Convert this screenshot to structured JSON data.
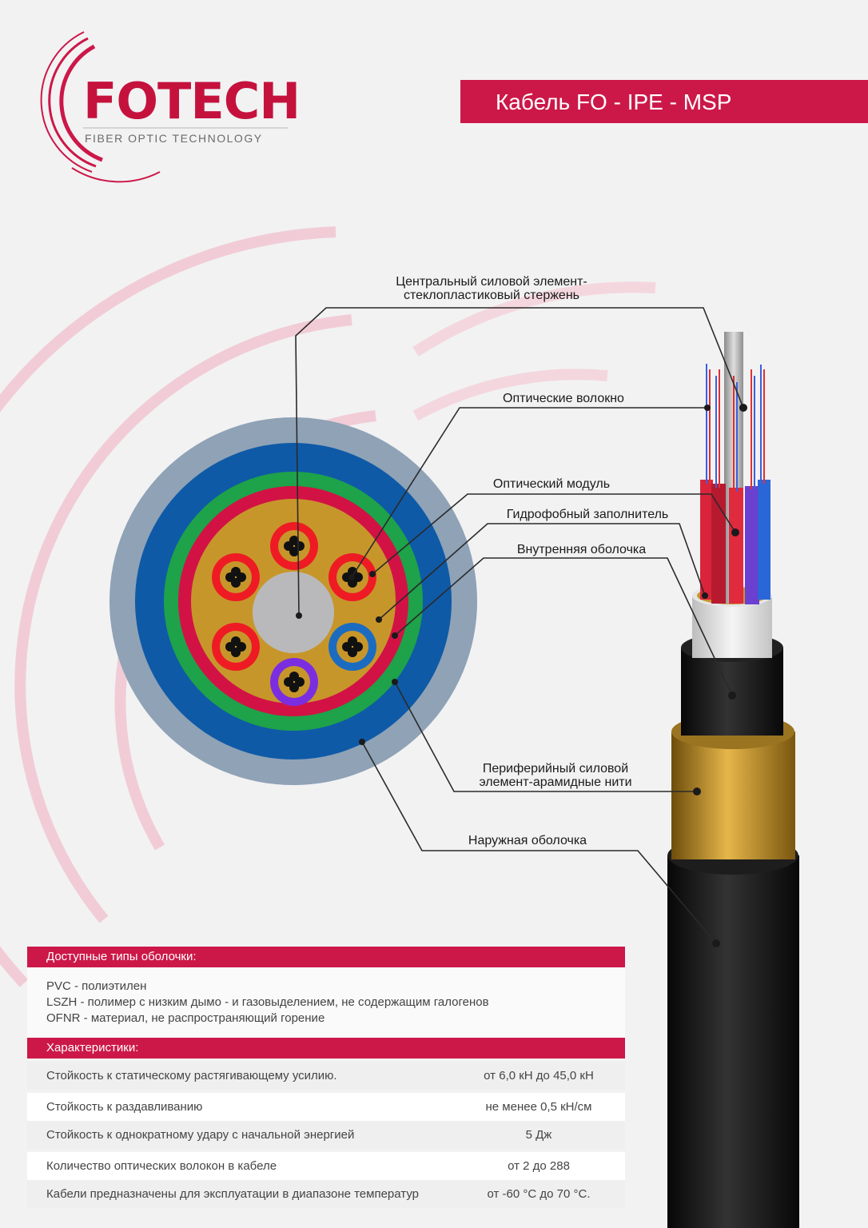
{
  "logo": {
    "name": "FOTECH",
    "tagline": "FIBER OPTIC TECHNOLOGY"
  },
  "title": "Кабель FO - IPE - MSP",
  "labels": {
    "central": [
      "Центральный силовой элемент-",
      "стеклопластиковый стержень"
    ],
    "fibers": "Оптические волокно",
    "module": "Оптический модуль",
    "filler": "Гидрофобный заполнитель",
    "inner_sheath": "Внутренняя оболочка",
    "aramid": [
      "Периферийный силовой",
      "элемент-арамидные нити"
    ],
    "outer_sheath": "Наружная оболочка"
  },
  "sheath_types": {
    "header": "Доступные типы оболочки:",
    "items": [
      "PVC - полиэтилен",
      "LSZH - полимер с низким дымо - и газовыделением, не содержащим галогенов",
      "OFNR - материал, не распространяющий горение"
    ]
  },
  "specs": {
    "header": "Характеристики:",
    "rows": [
      {
        "name": "Стойкость к статическому растягивающему усилию.",
        "value": "от 6,0 кН  до 45,0 кН"
      },
      {
        "name": "Стойкость к раздавливанию",
        "value": "не менее 0,5 кН/см"
      },
      {
        "name": "Стойкость к однократному удару с начальной энергией",
        "value": "5 Дж"
      },
      {
        "name": "Количество оптических волокон в кабеле",
        "value": "от 2 до 288"
      },
      {
        "name": "Кабели предназначены для эксплуатации в диапазоне температур",
        "value": "от -60 °С до 70 °С."
      }
    ]
  },
  "colors": {
    "brand_red": "#cc1848",
    "outer_gray": "#8fa2b6",
    "blue": "#0e5aa7",
    "green": "#1ea24a",
    "red": "#d21245",
    "gold": "#c7962b",
    "core": "#b9b9bb"
  }
}
